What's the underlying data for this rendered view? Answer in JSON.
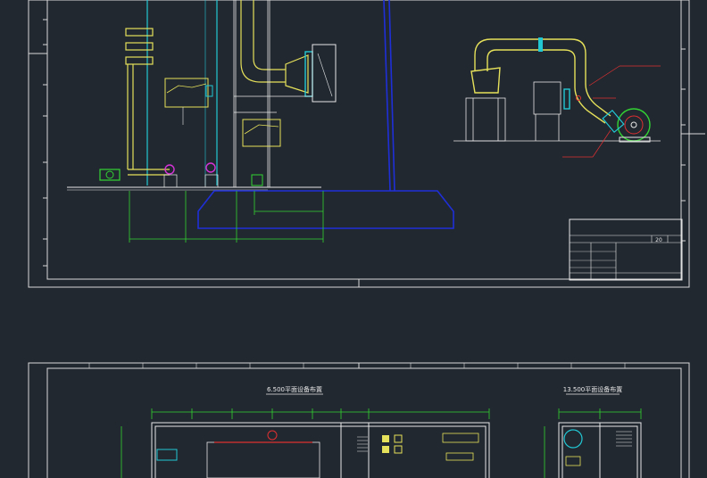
{
  "colors": {
    "background": "#212830",
    "frame": "#d9d9d9",
    "cyan": "#22c7d4",
    "yellow": "#e6e15a",
    "blue": "#1f2fd8",
    "green": "#33d433",
    "magenta": "#d633d6",
    "red": "#e03030",
    "white": "#e8e8e8"
  },
  "top_sheet": {
    "title_block": {
      "scale_label": "20",
      "drawing_name": "",
      "row_labels": [
        "",
        "",
        "",
        ""
      ]
    }
  },
  "bottom_sheet": {
    "plan_left_title": "6.500平面设备布置",
    "plan_right_title": "13.500平面设备布置"
  },
  "icons": [
    "fan-icon",
    "pump-icon",
    "valve-icon"
  ]
}
